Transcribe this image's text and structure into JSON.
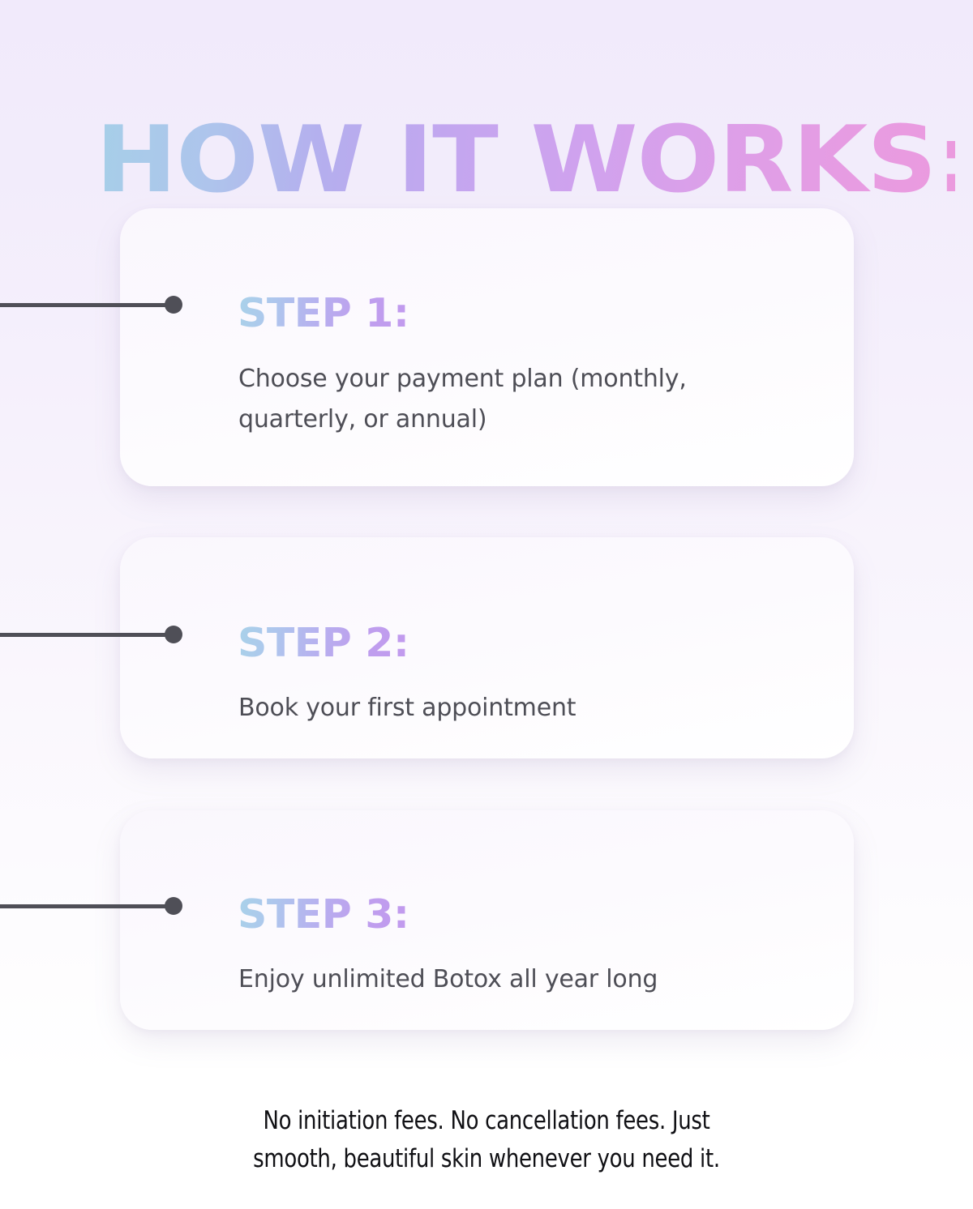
{
  "headline": {
    "text": "HOW IT WORKS:"
  },
  "steps": [
    {
      "label": "STEP 1:",
      "description": "Choose your payment plan (monthly, quarterly, or annual)"
    },
    {
      "label": "STEP 2:",
      "description": "Book your first appointment"
    },
    {
      "label": "STEP 3:",
      "description": "Enjoy unlimited Botox all year long"
    }
  ],
  "footer": {
    "line1": "No initiation fees. No cancellation fees. Just",
    "line2": "smooth, beautiful skin whenever you need it."
  },
  "colors": {
    "background_top": "#f1eafb",
    "background_bottom": "#ffffff",
    "card_fill": "#fbf9fd",
    "connector": "#4f4f57",
    "body_text": "#4e4e56",
    "footer_text": "#101014",
    "gradient_blue": "#a6cfe8",
    "gradient_purple": "#c0a2ee",
    "gradient_pink": "#eb9ade"
  }
}
